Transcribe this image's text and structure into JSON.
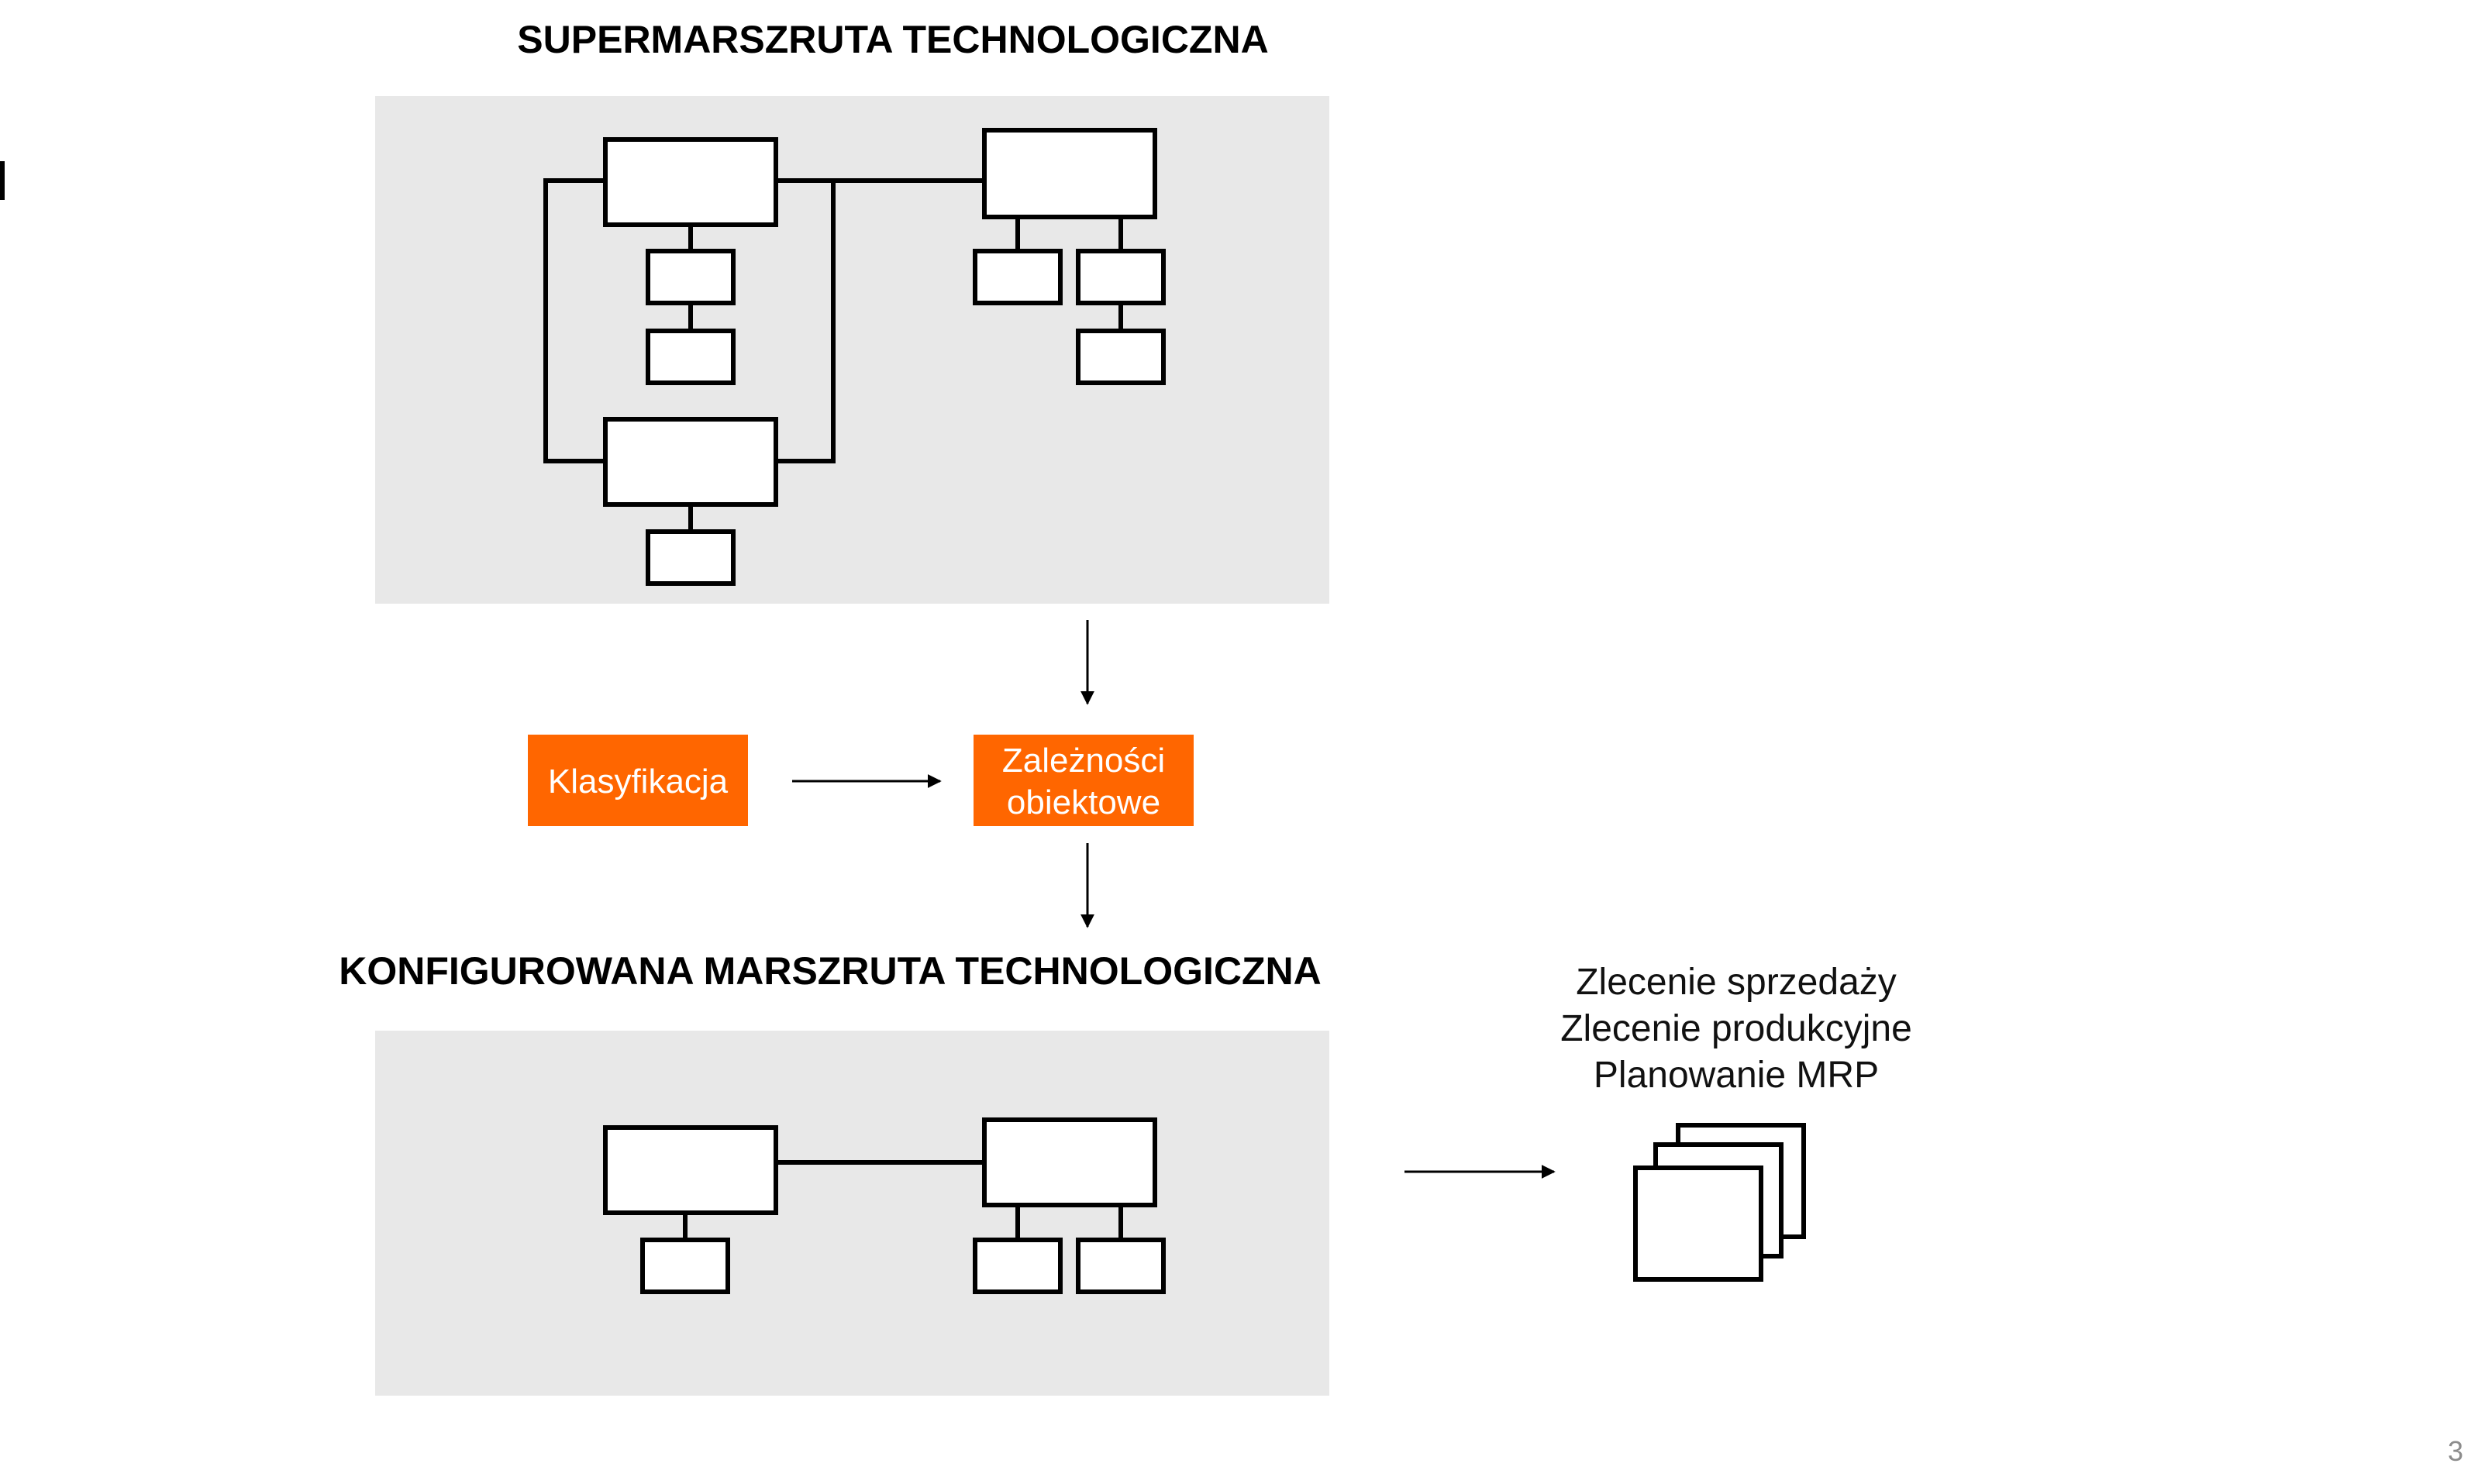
{
  "titles": {
    "top": "SUPERMARSZRUTA TECHNOLOGICZNA",
    "bottom": "KONFIGUROWANA MARSZRUTA TECHNOLOGICZNA"
  },
  "process": {
    "classification": "Klasyfikacja",
    "dependencies_line1": "Zależności",
    "dependencies_line2": "obiektowe"
  },
  "usage": {
    "line1": "Zlecenie sprzedaży",
    "line2": "Zlecenie produkcyjne",
    "line3": "Planowanie MRP"
  },
  "page_number": "3",
  "colors": {
    "accent": "#FF6600",
    "panel": "#E8E8E8",
    "stroke": "#000000"
  }
}
